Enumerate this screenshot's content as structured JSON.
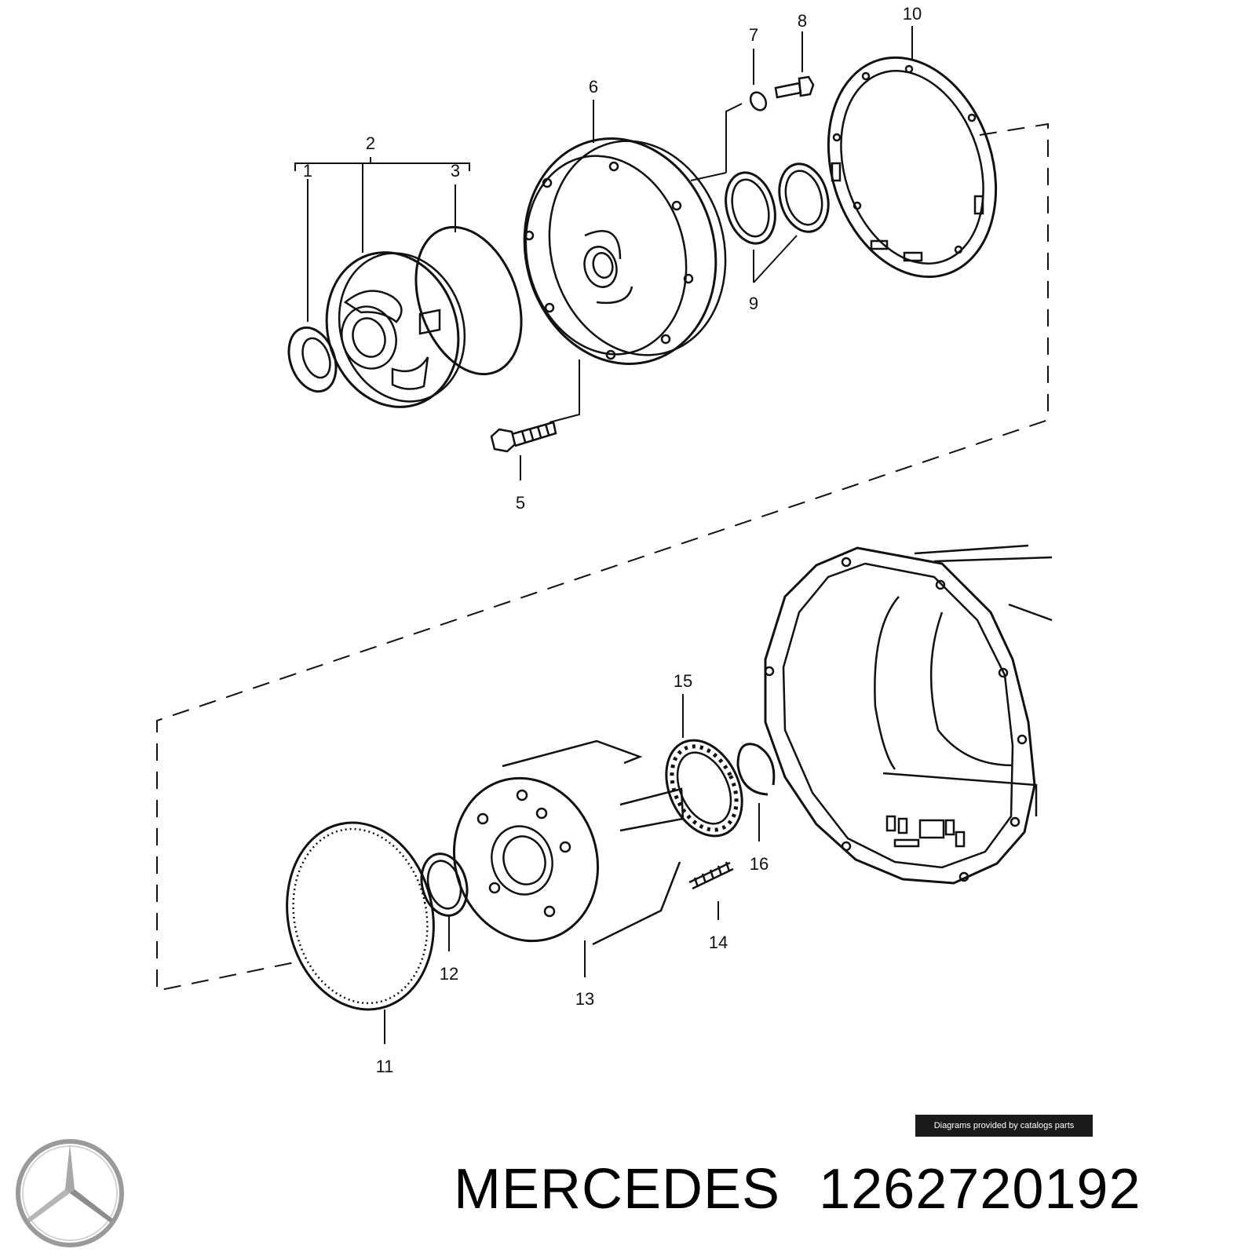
{
  "callouts": [
    {
      "id": "1",
      "label": "1"
    },
    {
      "id": "2",
      "label": "2"
    },
    {
      "id": "3",
      "label": "3"
    },
    {
      "id": "5",
      "label": "5"
    },
    {
      "id": "6",
      "label": "6"
    },
    {
      "id": "7",
      "label": "7"
    },
    {
      "id": "8",
      "label": "8"
    },
    {
      "id": "9",
      "label": "9"
    },
    {
      "id": "10",
      "label": "10"
    },
    {
      "id": "11",
      "label": "11"
    },
    {
      "id": "12",
      "label": "12"
    },
    {
      "id": "13",
      "label": "13"
    },
    {
      "id": "14",
      "label": "14"
    },
    {
      "id": "15",
      "label": "15"
    },
    {
      "id": "16",
      "label": "16"
    }
  ],
  "credit": "Diagrams provided by catalogs parts",
  "brand": "MERCEDES",
  "part_number": "1262720192",
  "logo_icon": "mercedes-star-icon"
}
